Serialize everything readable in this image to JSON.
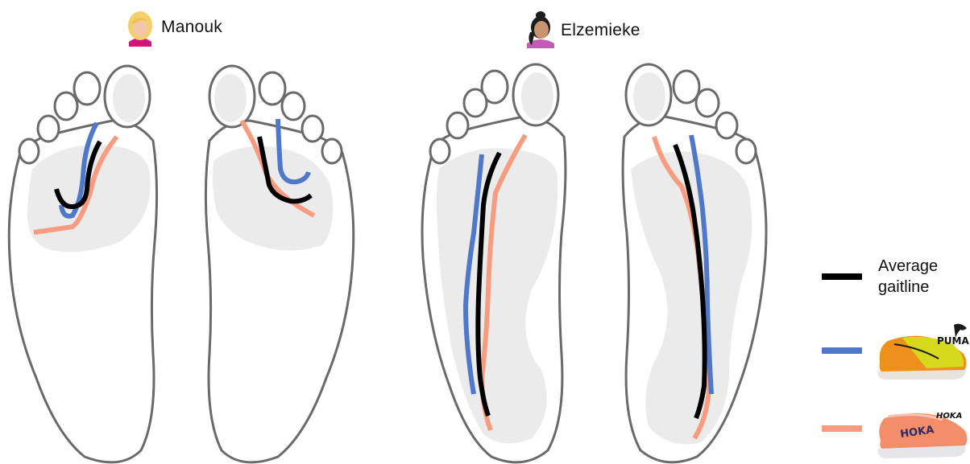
{
  "runners": [
    {
      "name": "Manouk",
      "avatar_icon": "blonde-woman-avatar-icon"
    },
    {
      "name": "Elzemieke",
      "avatar_icon": "dark-haired-woman-avatar-icon"
    }
  ],
  "legend": {
    "average_label": "Average\ngaitline",
    "average_color": "#000000",
    "shoe1": {
      "icon": "puma-running-shoe-icon",
      "brand_text": "PUMA",
      "color": "#4f78c8"
    },
    "shoe2": {
      "icon": "hoka-running-shoe-icon",
      "brand_text": "HOKA",
      "color": "#f89c80"
    }
  },
  "colors": {
    "foot_outline": "#6a6a6a",
    "pressure_zone": "#ebebeb"
  }
}
